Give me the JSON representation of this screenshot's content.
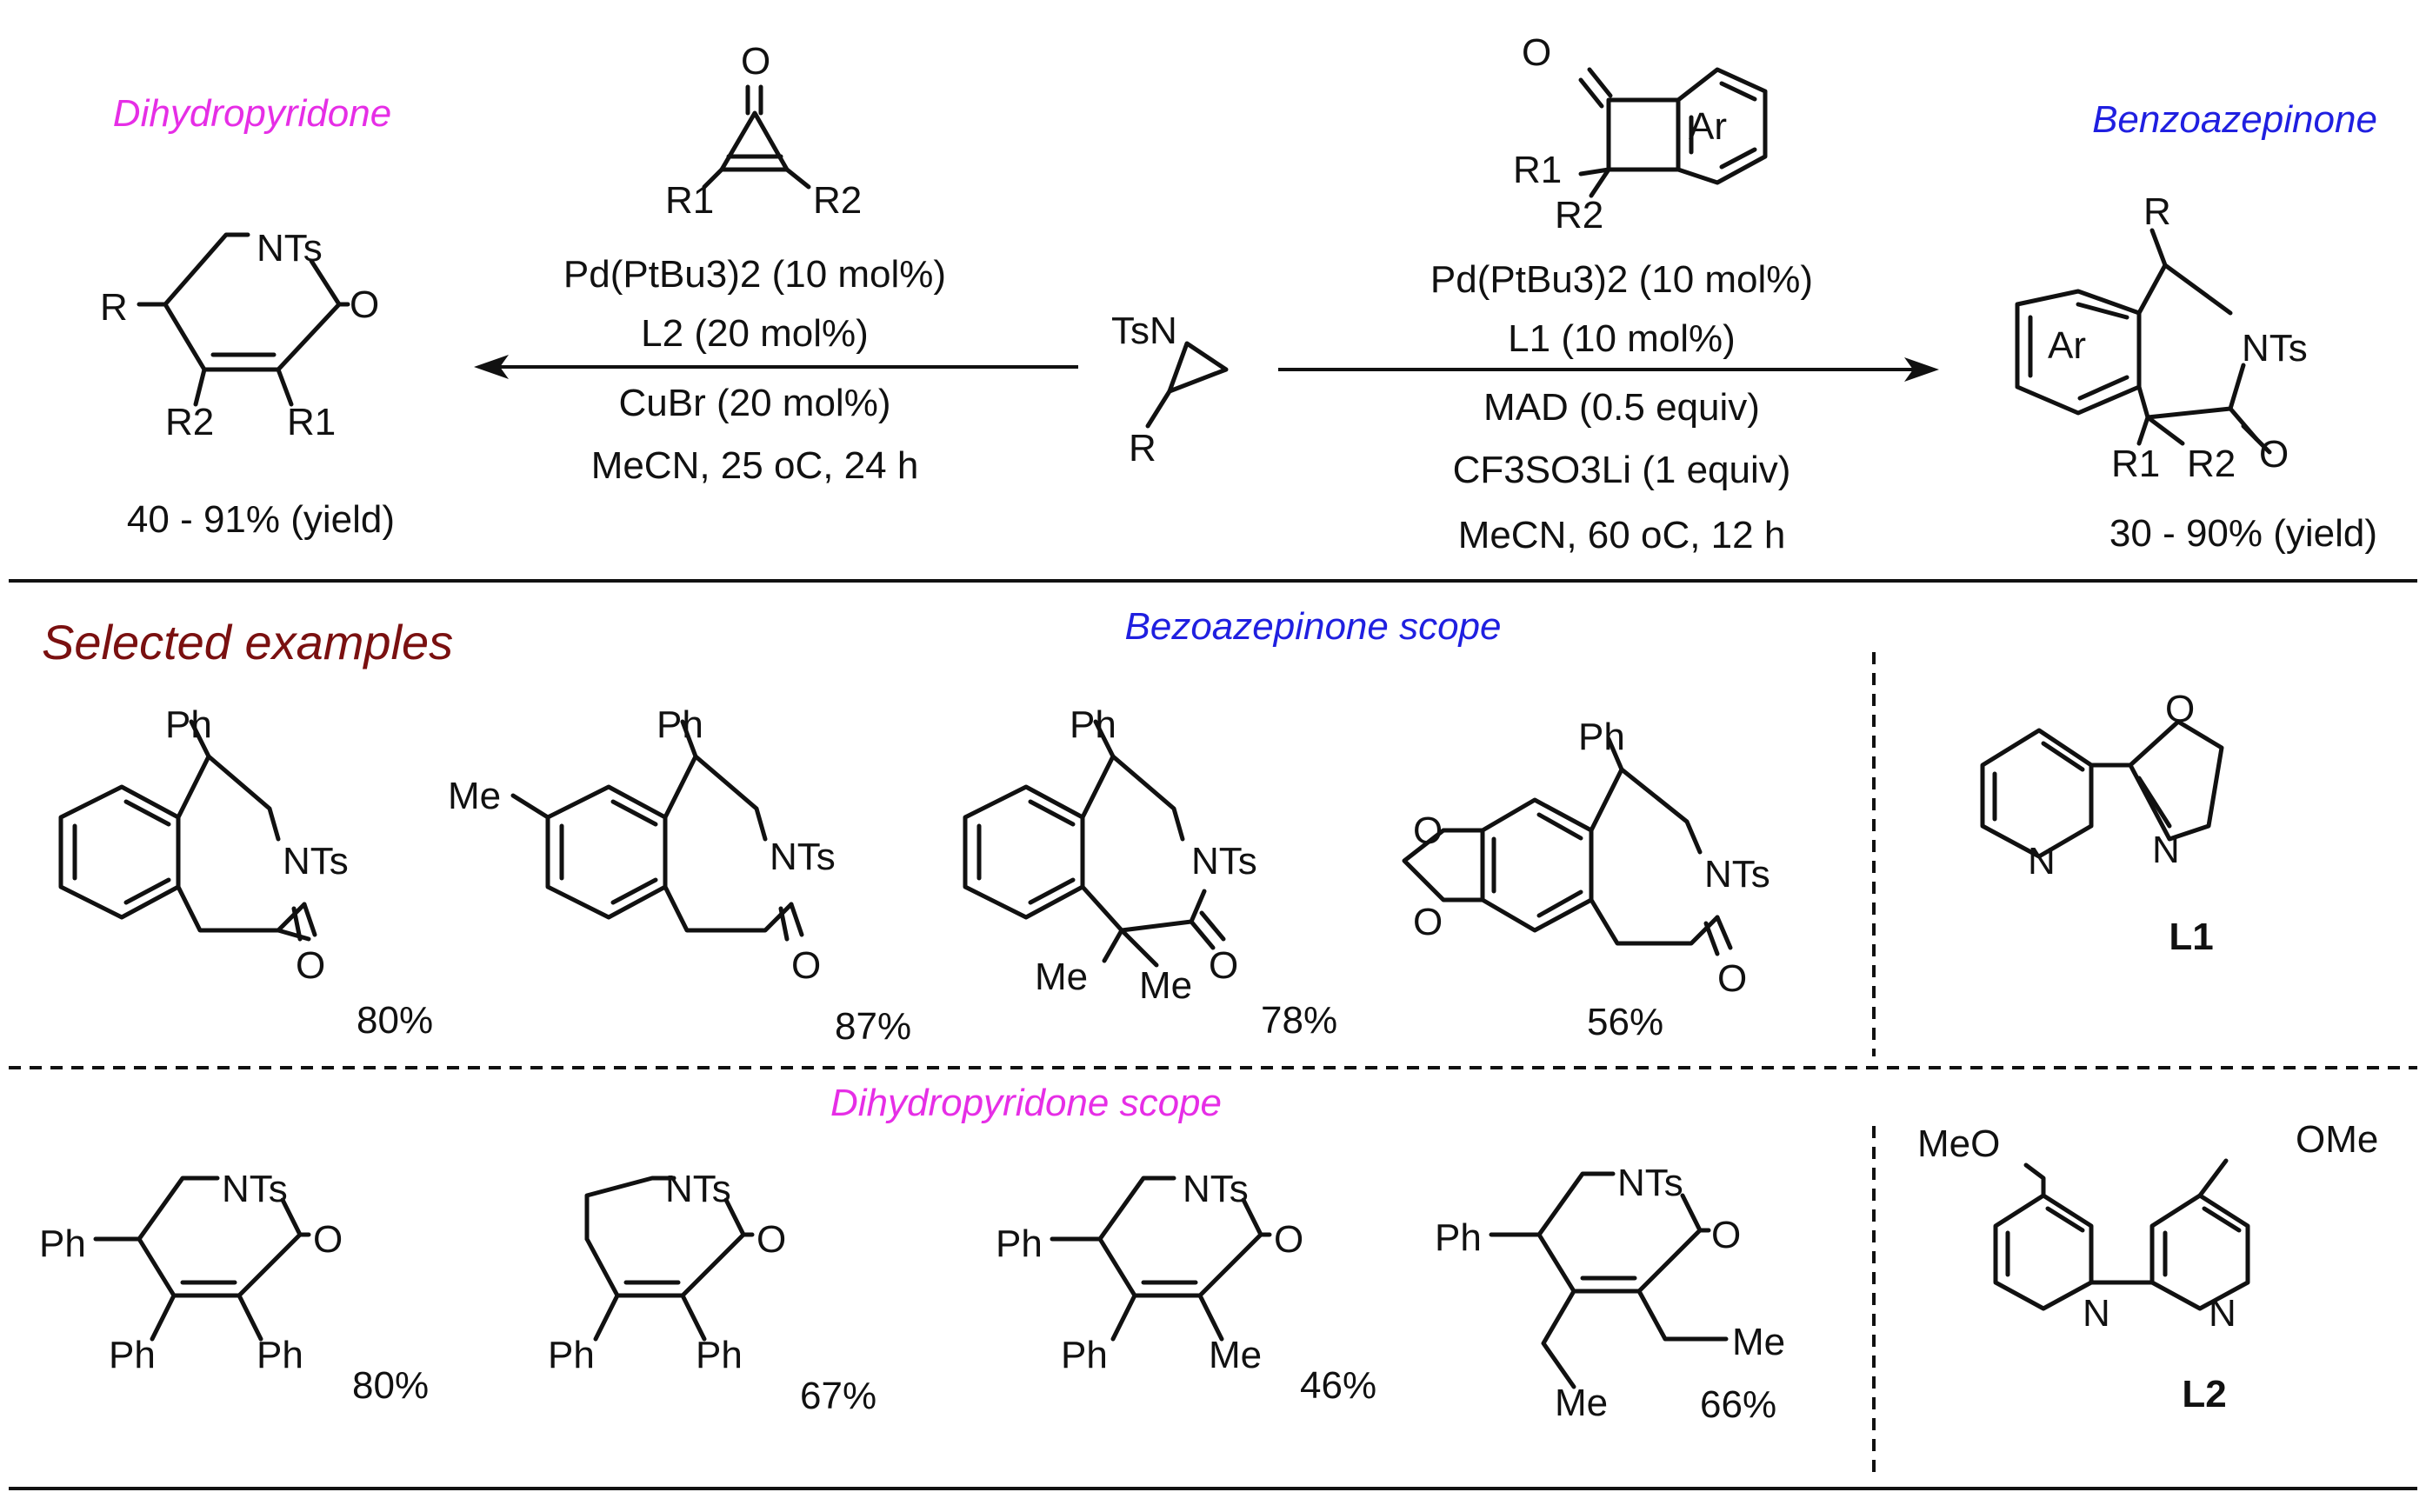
{
  "colors": {
    "dihydropyridone": "#e62ee6",
    "benzoazepinone": "#1f1fe0",
    "selected": "#7a1010",
    "ink": "#111111"
  },
  "header": {
    "left_title": "Dihydropyridone",
    "right_title": "Benzoazepinone",
    "left_yield": "40 - 91% (yield)",
    "right_yield": "30 - 90% (yield)"
  },
  "conditions": {
    "left": {
      "catalyst": "Pd(PtBu3)2 (10 mol%)",
      "ligand": "L2 (20 mol%)",
      "additive": "CuBr (20 mol%)",
      "solvent": "MeCN, 25 oC, 24 h"
    },
    "right": {
      "catalyst": "Pd(PtBu3)2 (10 mol%)",
      "ligand": "L1 (10 mol%)",
      "additive1": "MAD (0.5 equiv)",
      "additive2": "CF3SO3Li (1 equiv)",
      "solvent": "MeCN, 60 oC, 12 h"
    }
  },
  "atoms": {
    "o": "O",
    "n": "N",
    "nts": "NTs",
    "tsn": "TsN",
    "r": "R",
    "r1": "R1",
    "r2": "R2",
    "ar": "Ar",
    "ph": "Ph",
    "me": "Me",
    "meo": "MeO",
    "ome": "OMe"
  },
  "sections": {
    "selected_examples": "Selected examples",
    "benzo_scope": "Bezoazepinone scope",
    "dihydro_scope": "Dihydropyridone scope"
  },
  "benzo_examples": [
    {
      "yield": "80%"
    },
    {
      "yield": "87%"
    },
    {
      "yield": "78%"
    },
    {
      "yield": "56%"
    }
  ],
  "dihydro_examples": [
    {
      "yield": "80%"
    },
    {
      "yield": "67%"
    },
    {
      "yield": "46%"
    },
    {
      "yield": "66%"
    }
  ],
  "ligands": {
    "l1": "L1",
    "l2": "L2"
  }
}
